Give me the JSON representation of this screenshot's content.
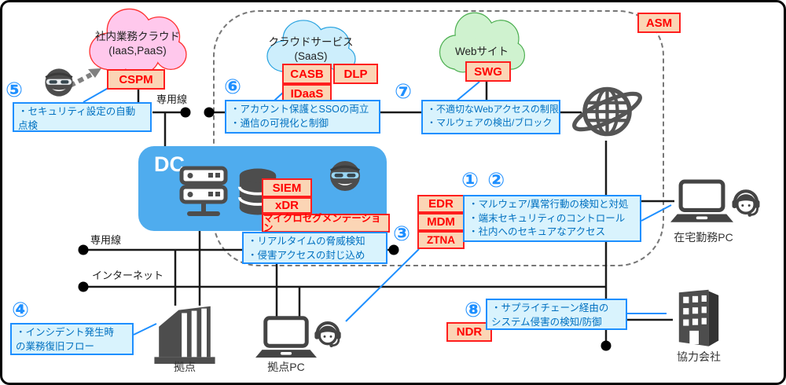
{
  "zone_label": {
    "asm": "ASM"
  },
  "clouds": {
    "internal": {
      "line1": "社内業務クラウド",
      "line2": "(IaaS,PaaS)"
    },
    "saas": {
      "line1": "クラウドサービス",
      "line2": "(SaaS)"
    },
    "web": {
      "line1": "Webサイト"
    }
  },
  "tags": {
    "cspm": "CSPM",
    "casb": "CASB",
    "dlp": "DLP",
    "idaas": "IDaaS",
    "swg": "SWG",
    "siem": "SIEM",
    "xdr": "xDR",
    "microseg": "マイクロセグメンテーション",
    "edr": "EDR",
    "mdm": "MDM",
    "ztna": "ZTNA",
    "ndr": "NDR"
  },
  "numbers": {
    "n1_2": "① ②",
    "n3": "③",
    "n4": "④",
    "n5": "⑤",
    "n6": "⑥",
    "n7": "⑦",
    "n8": "⑧"
  },
  "notes": {
    "n5": [
      "・セキュリティ設定の自動",
      "点検"
    ],
    "n6": [
      "・アカウント保護とSSOの両立",
      "・通信の可視化と制御"
    ],
    "n7": [
      "・不適切なWebアクセスの制限",
      "・マルウェアの検出/ブロック"
    ],
    "n1_2": [
      "・マルウェア/異常行動の検知と対処",
      "・端末セキュリティのコントロール",
      "・社内へのセキュアなアクセス"
    ],
    "n3": [
      "・リアルタイムの脅威検知",
      "・侵害アクセスの封じ込め"
    ],
    "n4": [
      "・インシデント発生時",
      "の業務復旧フロー"
    ],
    "n8": [
      "・サプライチェーン経由の",
      "システム侵害の検知/防御"
    ]
  },
  "labels": {
    "dc": "DC",
    "dedicated_line_top": "専用線",
    "dedicated_line_bottom": "専用線",
    "internet": "インターネット",
    "branch": "拠点",
    "branch_pc": "拠点PC",
    "remote_pc": "在宅勤務PC",
    "partner": "協力会社"
  },
  "icons": {
    "attacker_external": "attacker-icon",
    "attacker_internal": "attacker-icon",
    "server": "server-rack-icon",
    "database": "database-icon",
    "globe": "internet-globe-icon",
    "laptop": "laptop-icon",
    "headset": "operator-headset-icon",
    "building_branch": "branch-building-icon",
    "building_partner": "office-building-icon"
  },
  "colors": {
    "tag_fill": "#FBD5B5",
    "tag_border": "#FF1E1E",
    "tag_text": "#FF0000",
    "note_fill": "#D9F3FD",
    "note_border": "#1E8FFF",
    "note_text": "#0070C0",
    "dc_fill": "#4FACEE",
    "cloud_internal_fill": "#FFC8EC",
    "cloud_internal_border": "#FF3333",
    "cloud_saas_fill": "#CDEEFC",
    "cloud_saas_border": "#29A3E0",
    "cloud_web_fill": "#CFF2CF",
    "cloud_web_border": "#4CAF50",
    "line_black": "#1a1a1a",
    "line_blue": "#1E8FFF",
    "icon_gray": "#4D4D4D"
  }
}
